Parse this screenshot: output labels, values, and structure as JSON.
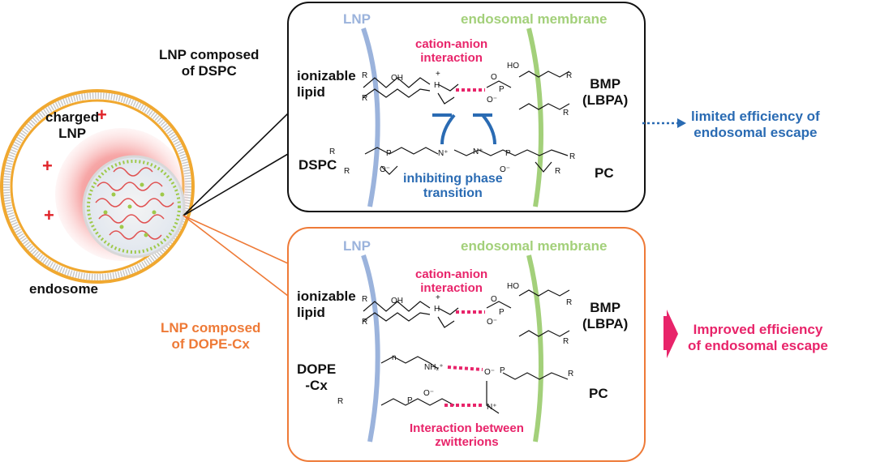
{
  "colors": {
    "lnp_line": "#9bb3dc",
    "membrane_line": "#a3d07a",
    "cation_anion": "#e8246a",
    "inhibit": "#2a6bb3",
    "dope_panel_border": "#ee7a37",
    "dspc_panel_border": "#111111",
    "endosome_shell": "#f0a830",
    "charge_plus": "#e0242a"
  },
  "left": {
    "charge_symbol": "+",
    "charged_lnp": "charged\nLNP",
    "endosome": "endosome",
    "lnp_dspc": "LNP composed\nof DSPC",
    "lnp_dope": "LNP composed\nof DOPE-Cx"
  },
  "top_panel": {
    "lnp_title": "LNP",
    "membrane_title": "endosomal membrane",
    "interaction": "cation-anion\ninteraction",
    "ionizable_lipid": "ionizable\nlipid",
    "dspc": "DSPC",
    "bmp": "BMP\n(LBPA)",
    "pc": "PC",
    "inhibiting": "inhibiting phase\ntransition",
    "outcome": "limited efficiency of\nendosomal escape"
  },
  "bottom_panel": {
    "lnp_title": "LNP",
    "membrane_title": "endosomal membrane",
    "interaction": "cation-anion\ninteraction",
    "ionizable_lipid": "ionizable\nlipid",
    "dope_cx": "DOPE\n-Cx",
    "bmp": "BMP\n(LBPA)",
    "pc": "PC",
    "zwitterions": "Interaction between\nzwitterions",
    "outcome": "Improved efficiency\nof endosomal escape"
  },
  "chem": {
    "r": "R",
    "oh": "OH",
    "ho": "HO",
    "o": "O",
    "o_minus": "O⁻",
    "p": "P",
    "n_plus": "N⁺",
    "h_n_plus": "H",
    "plus": "+",
    "nh2_plus": "NH₂⁺",
    "n_sub": "n"
  }
}
